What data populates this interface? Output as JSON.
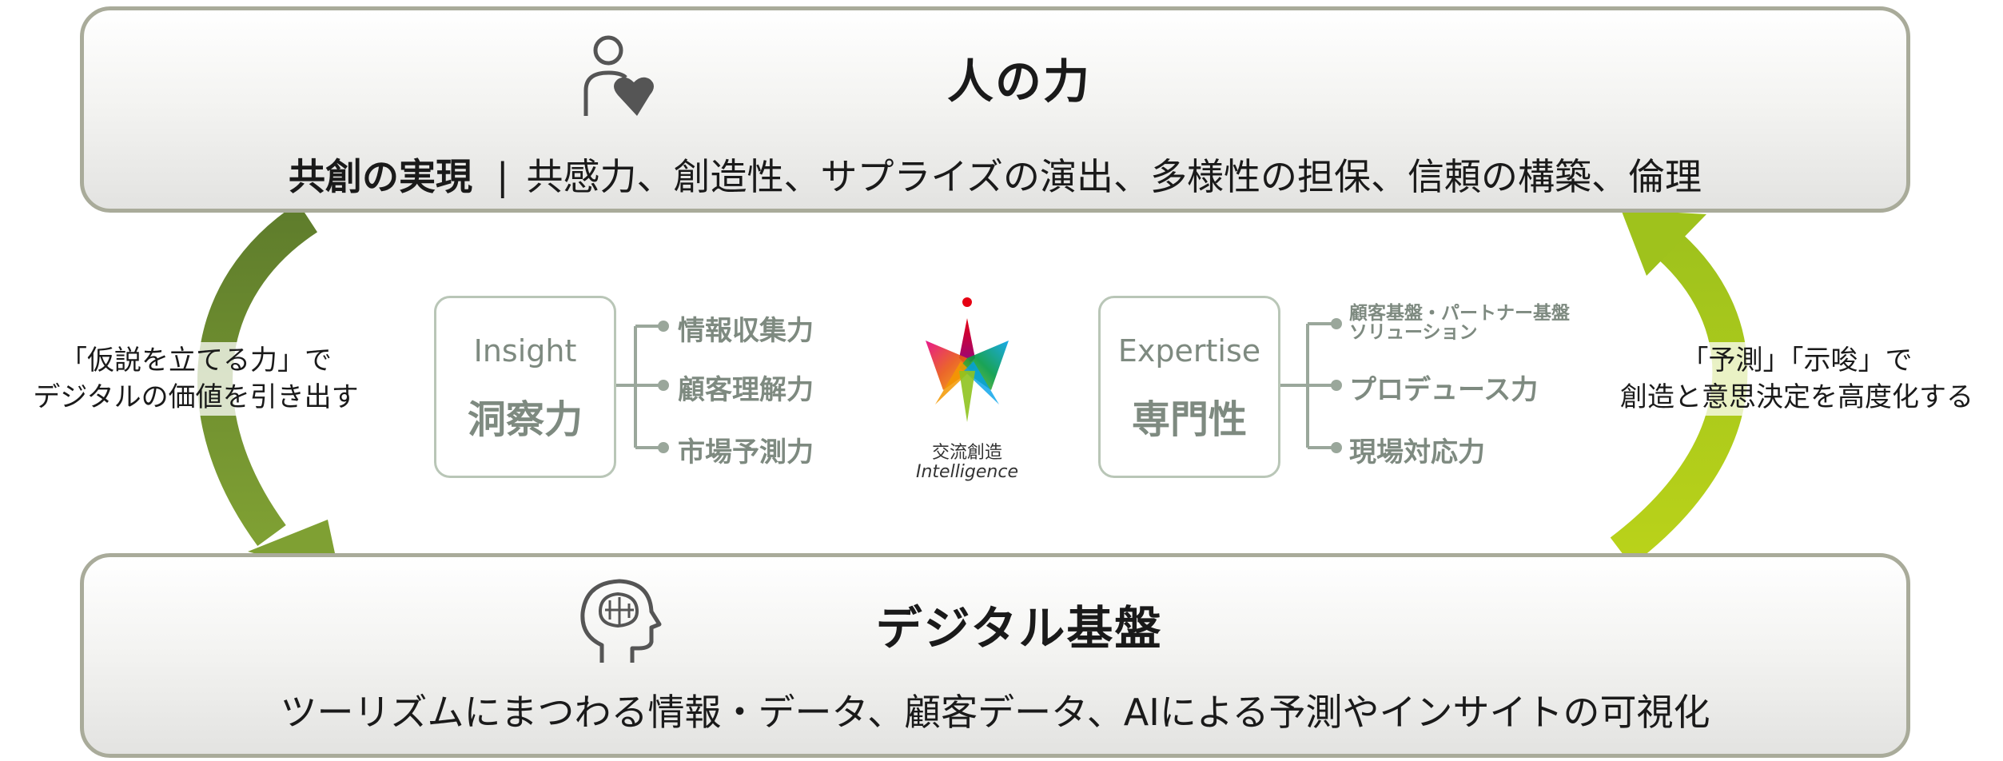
{
  "top_panel": {
    "title": "人の力",
    "line_bold": "共創の実現",
    "separator": "|",
    "line_rest": "共感力、創造性、サプライズの演出、多様性の担保、信頼の構築、倫理",
    "icon": "person-heart-icon"
  },
  "bottom_panel": {
    "title": "デジタル基盤",
    "line": "ツーリズムにまつわる情報・データ、顧客データ、AIによる予測やインサイトの可視化",
    "icon": "brain-head-icon"
  },
  "left_note": {
    "line1": "「仮説を立てる力」で",
    "line2": "デジタルの価値を引き出す"
  },
  "right_note": {
    "line1": "「予測」「示唆」で",
    "line2": "創造と意思決定を高度化する"
  },
  "insight": {
    "en": "Insight",
    "jp": "洞察力",
    "items": [
      "情報収集力",
      "顧客理解力",
      "市場予測力"
    ]
  },
  "expertise": {
    "en": "Expertise",
    "jp": "専門性",
    "item1_line1": "顧客基盤・パートナー基盤",
    "item1_line2": "ソリューション",
    "items": [
      "プロデュース力",
      "現場対応力"
    ]
  },
  "center": {
    "jp": "交流創造",
    "en": "Intelligence",
    "icon": "star-logo-icon"
  },
  "colors": {
    "left_arrow": "#6e8b2e",
    "right_arrow": "#a8c71a",
    "box_border": "#b9c6b7",
    "branch_text": "#7e8a80",
    "panel_border": "#a9ab9a"
  }
}
